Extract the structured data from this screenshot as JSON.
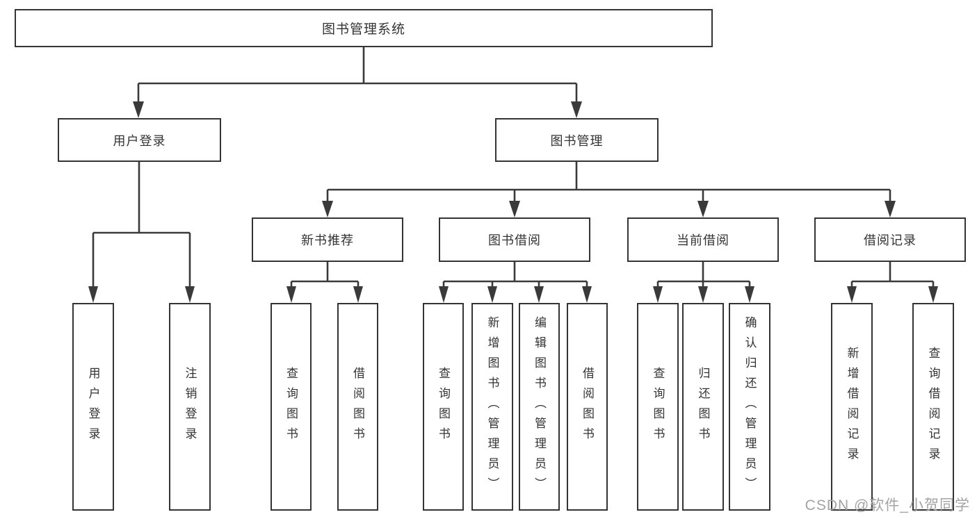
{
  "colors": {
    "background": "#ffffff",
    "line": "#3a3a3a",
    "box_border": "#343434",
    "text": "#333333",
    "watermark": "#a3a3a3"
  },
  "watermark": {
    "text": "CSDN @软件_小贺同学"
  },
  "tree": {
    "label": "图书管理系统",
    "children": [
      {
        "label": "用户登录",
        "children": [
          {
            "label": "用户登录"
          },
          {
            "label": "注销登录"
          }
        ]
      },
      {
        "label": "图书管理",
        "children": [
          {
            "label": "新书推荐",
            "children": [
              {
                "label": "查询图书"
              },
              {
                "label": "借阅图书"
              }
            ]
          },
          {
            "label": "图书借阅",
            "children": [
              {
                "label": "查询图书"
              },
              {
                "label": "新增图书（管理员）"
              },
              {
                "label": "编辑图书（管理员）"
              },
              {
                "label": "借阅图书"
              }
            ]
          },
          {
            "label": "当前借阅",
            "children": [
              {
                "label": "查询图书"
              },
              {
                "label": "归还图书"
              },
              {
                "label": "确认归还（管理员）"
              }
            ]
          },
          {
            "label": "借阅记录",
            "children": [
              {
                "label": "新增借阅记录"
              },
              {
                "label": "查询借阅记录"
              }
            ]
          }
        ]
      }
    ]
  }
}
